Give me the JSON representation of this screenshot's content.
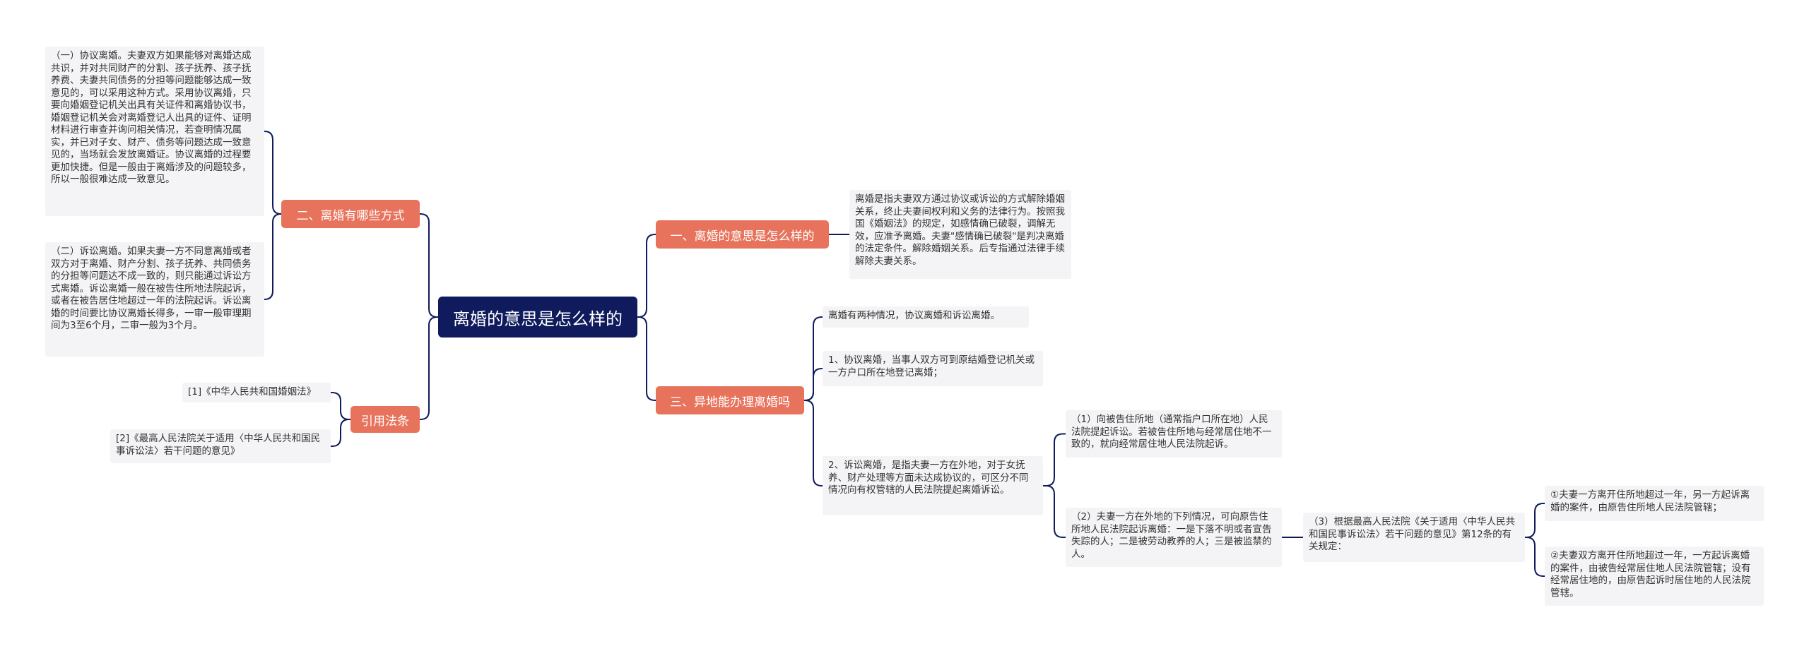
{
  "root": {
    "label": "离婚的意思是怎么样的"
  },
  "branches": {
    "b1": "一、离婚的意思是怎么样的",
    "b2": "二、离婚有哪些方式",
    "b3": "三、异地能办理离婚吗",
    "b4": "引用法条"
  },
  "leaves": {
    "b1_def": "离婚是指夫妻双方通过协议或诉讼的方式解除婚姻关系，终止夫妻间权利和义务的法律行为。按照我国《婚姻法》的规定，如感情确已破裂，调解无效，应准予离婚。夫妻\"感情确已破裂\"是判决离婚的法定条件。解除婚姻关系。后专指通过法律手续解除夫妻关系。",
    "b2_agree": "（一）协议离婚。夫妻双方如果能够对离婚达成共识，并对共同财产的分割、孩子抚养、孩子抚养费、夫妻共同债务的分担等问题能够达成一致意见的，可以采用这种方式。采用协议离婚，只要向婚姻登记机关出具有关证件和离婚协议书，婚姻登记机关会对离婚登记人出具的证件、证明材料进行审查并询问相关情况，若查明情况属实，并已对子女、财产、债务等问题达成一致意见的，当场就会发放离婚证。协议离婚的过程要更加快捷。但是一般由于离婚涉及的问题较多，所以一般很难达成一致意见。",
    "b2_suit": "（二）诉讼离婚。如果夫妻一方不同意离婚或者双方对于离婚、财产分割、孩子抚养、共同债务的分担等问题达不成一致的，则只能通过诉讼方式离婚。诉讼离婚一般在被告住所地法院起诉，或者在被告居住地超过一年的法院起诉。诉讼离婚的时间要比协议离婚长得多，一审一般审理期间为3至6个月，二审一般为3个月。",
    "b3_intro": "离婚有两种情况，协议离婚和诉讼离婚。",
    "b3_agree": "1、协议离婚，当事人双方可到原结婚登记机关或一方户口所在地登记离婚；",
    "b3_suit": "2、诉讼离婚，是指夫妻一方在外地，对于女抚养、财产处理等方面未达成协议的，可区分不同情况向有权管辖的人民法院提起离婚诉讼。",
    "b3_s1": "（1）向被告住所地（通常指户口所在地）人民法院提起诉讼。若被告住所地与经常居住地不一致的，就向经常居住地人民法院起诉。",
    "b3_s2": "（2）夫妻一方在外地的下列情况，可向原告住所地人民法院起诉离婚：一是下落不明或者宣告失踪的人；二是被劳动教养的人；三是被监禁的人。",
    "b3_s3": "（3）根据最高人民法院《关于适用〈中华人民共和国民事诉讼法〉若干问题的意见》第12条的有关规定：",
    "b3_r1": "①夫妻一方离开住所地超过一年，另一方起诉离婚的案件，由原告住所地人民法院管辖；",
    "b3_r2": "②夫妻双方离开住所地超过一年，一方起诉离婚的案件，由被告经常居住地人民法院管辖；没有经常居住地的，由原告起诉时居住地的人民法院管辖。",
    "b4_law1": "[1]《中华人民共和国婚姻法》",
    "b4_law2": "[2]《最高人民法院关于适用〈中华人民共和国民事诉讼法〉若干问题的意见》"
  },
  "colors": {
    "root": "#0f1b5c",
    "branch": "#e8735d",
    "leaf_bg": "#f4f4f6",
    "line": "#0f1b5c"
  }
}
